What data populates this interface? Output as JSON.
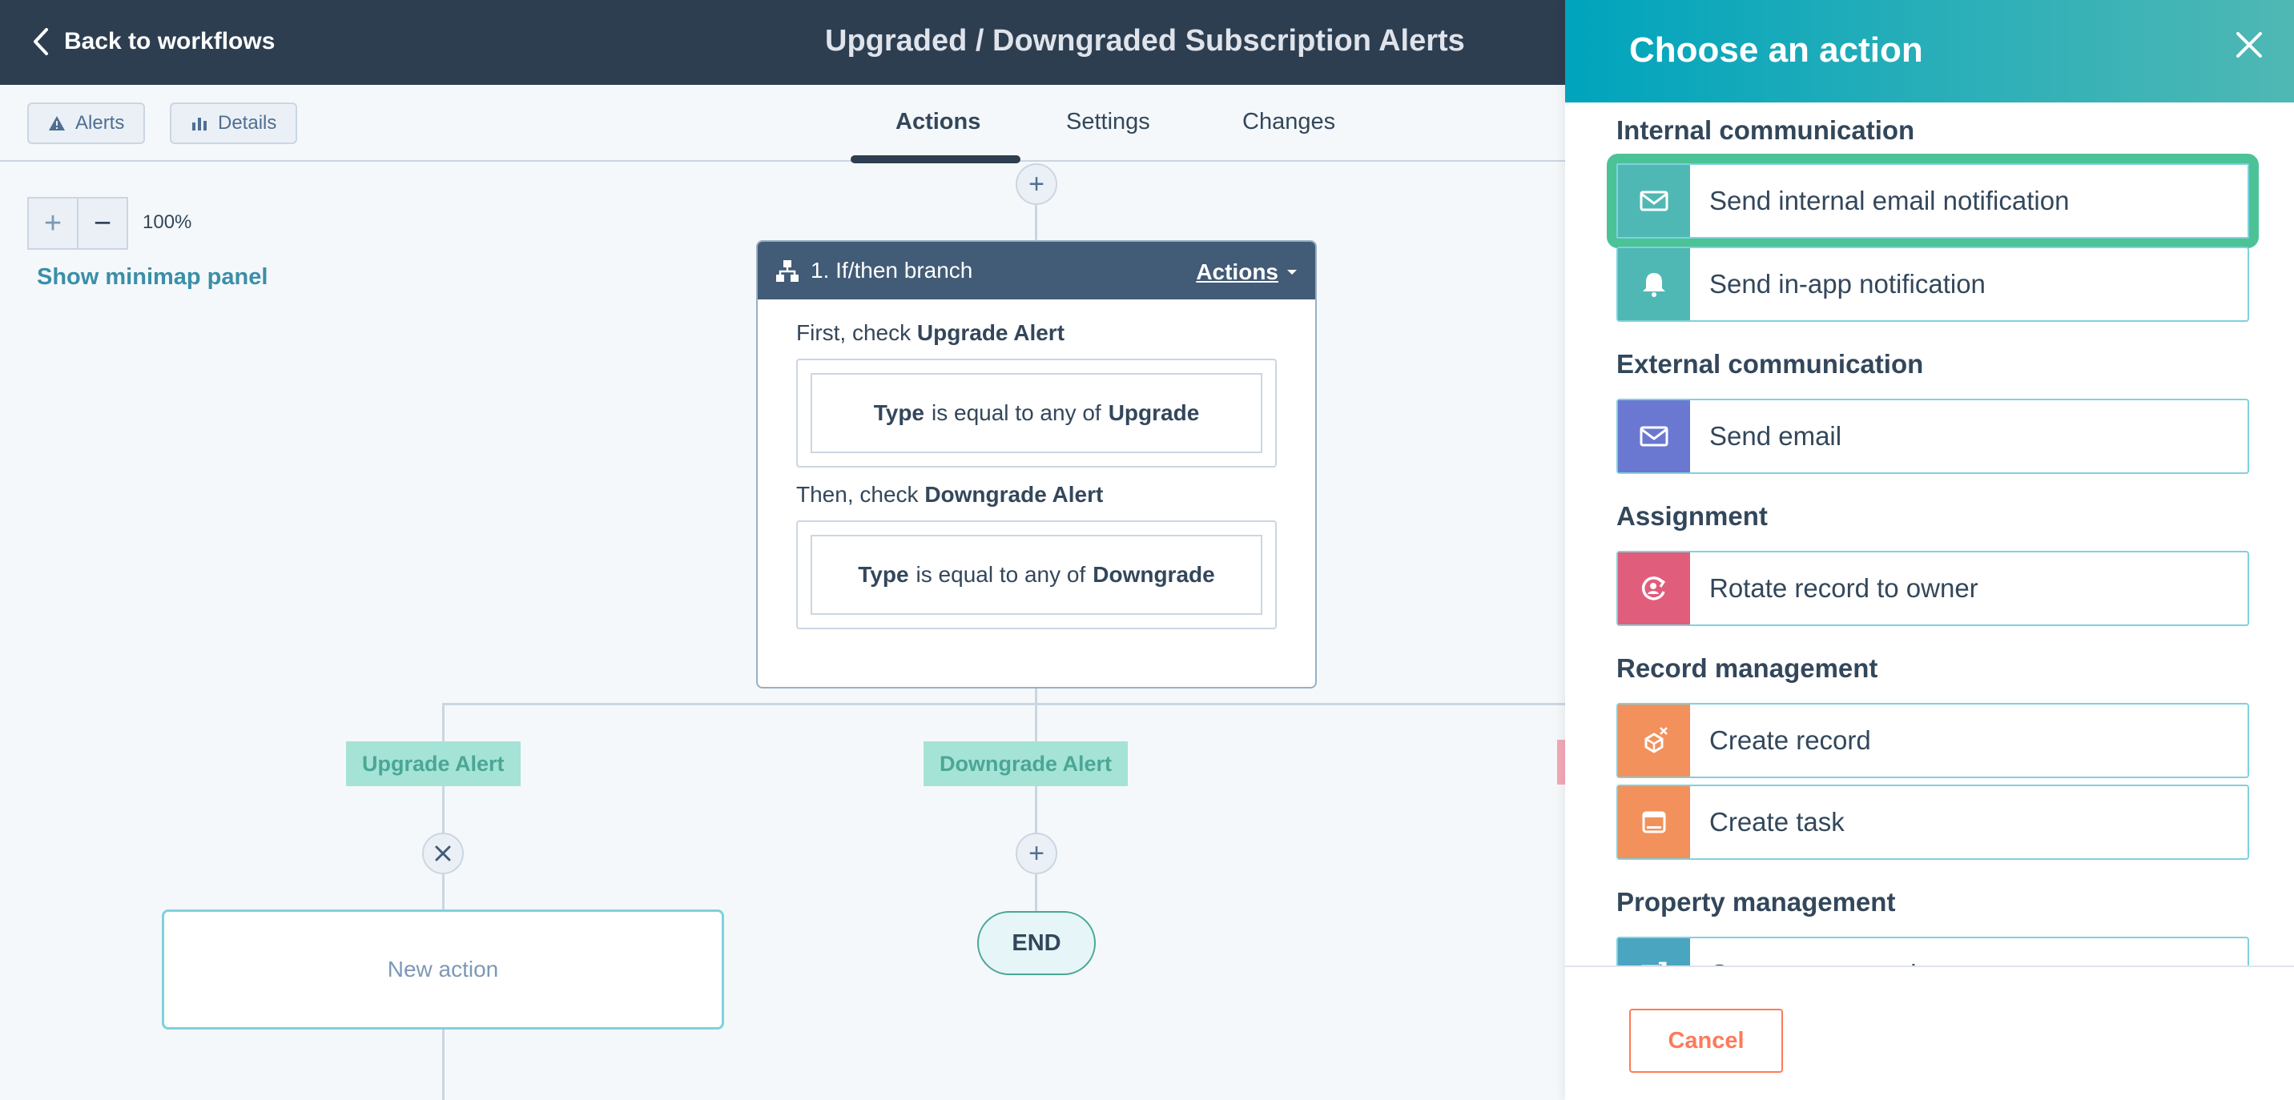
{
  "header": {
    "back_label": "Back to workflows",
    "workflow_title": "Upgraded / Downgraded Subscription Alerts"
  },
  "subbar": {
    "alerts_label": "Alerts",
    "details_label": "Details",
    "tabs": [
      {
        "label": "Actions",
        "active": true
      },
      {
        "label": "Settings",
        "active": false
      },
      {
        "label": "Changes",
        "active": false
      }
    ]
  },
  "canvas": {
    "zoom_plus": "+",
    "zoom_minus": "−",
    "zoom_level": "100%",
    "minimap_label": "Show minimap panel",
    "add_symbol": "+",
    "branch_card": {
      "title": "1. If/then branch",
      "actions_label": "Actions",
      "first_prefix": "First, check",
      "first_name": "Upgrade Alert",
      "first_cond": {
        "field": "Type",
        "operator": "is equal to any of",
        "value": "Upgrade"
      },
      "then_prefix": "Then, check",
      "then_name": "Downgrade Alert",
      "then_cond": {
        "field": "Type",
        "operator": "is equal to any of",
        "value": "Downgrade"
      }
    },
    "branch_labels": [
      "Upgrade Alert",
      "Downgrade Alert"
    ],
    "new_action_label": "New action",
    "end_label": "END",
    "colors": {
      "branch_label_bg": "#a5e3d6",
      "branch_label_text": "#4aa795",
      "header_bg": "#2d3e50"
    }
  },
  "panel": {
    "title": "Choose an action",
    "sections": [
      {
        "title": "Internal communication",
        "actions": [
          {
            "label": "Send internal email notification",
            "icon": "mail-icon",
            "color": "#4fb8b4",
            "highlighted": true
          },
          {
            "label": "Send in-app notification",
            "icon": "bell-icon",
            "color": "#4fb8b4"
          }
        ]
      },
      {
        "title": "External communication",
        "actions": [
          {
            "label": "Send email",
            "icon": "mail-icon",
            "color": "#6a78d1"
          }
        ]
      },
      {
        "title": "Assignment",
        "actions": [
          {
            "label": "Rotate record to owner",
            "icon": "rotate-owner-icon",
            "color": "#e15d7c"
          }
        ]
      },
      {
        "title": "Record management",
        "actions": [
          {
            "label": "Create record",
            "icon": "create-record-icon",
            "color": "#f2915b"
          },
          {
            "label": "Create task",
            "icon": "task-icon",
            "color": "#f2915b"
          }
        ]
      },
      {
        "title": "Property management",
        "actions": [
          {
            "label": "Copy property value",
            "icon": "property-icon",
            "color": "#4aa5c1"
          }
        ]
      }
    ],
    "cancel_label": "Cancel",
    "highlight_color": "#4cc297"
  }
}
